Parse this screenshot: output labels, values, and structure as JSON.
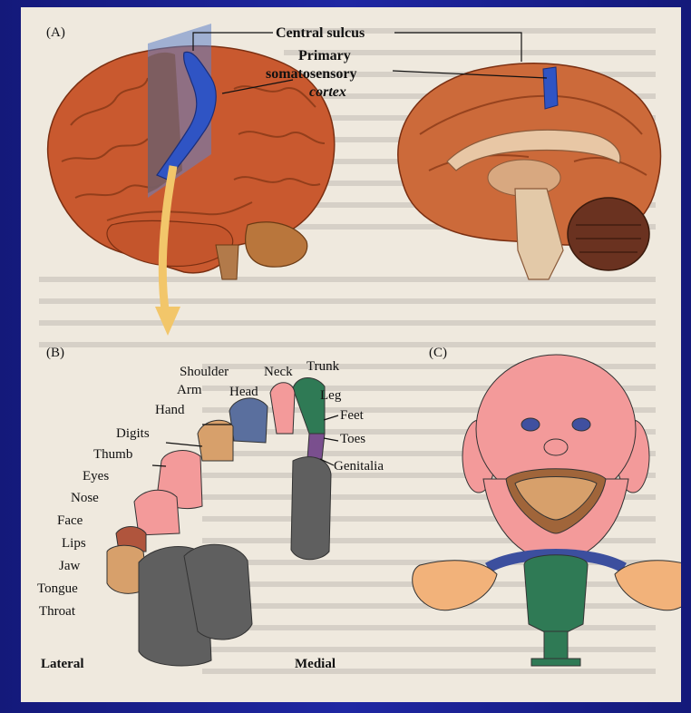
{
  "panels": {
    "a": "(A)",
    "b": "(B)",
    "c": "(C)"
  },
  "callouts": {
    "central_sulcus": "Central sulcus",
    "primary_line1": "Primary",
    "primary_line2": "somatosensory",
    "primary_line3": "cortex"
  },
  "homunculus_labels": {
    "shoulder": "Shoulder",
    "neck": "Neck",
    "trunk": "Trunk",
    "arm": "Arm",
    "head": "Head",
    "leg": "Leg",
    "hand": "Hand",
    "feet": "Feet",
    "digits": "Digits",
    "toes": "Toes",
    "thumb": "Thumb",
    "genitalia": "Genitalia",
    "eyes": "Eyes",
    "nose": "Nose",
    "face": "Face",
    "lips": "Lips",
    "jaw": "Jaw",
    "tongue": "Tongue",
    "throat": "Throat"
  },
  "views": {
    "lateral": "Lateral",
    "medial": "Medial"
  },
  "colors": {
    "background": "#1a1f8a",
    "figure_paper": "#efe9de",
    "brain": "#c9592f",
    "sensory_strip": "#2f54c4",
    "pink": "#f39a9a",
    "tan": "#d7a06b",
    "steel_blue": "#5a6f9e",
    "green": "#2f7a55",
    "purple": "#7a4f8e",
    "gray": "#5f5f5f",
    "arrow_yellow": "#f2c66a"
  }
}
